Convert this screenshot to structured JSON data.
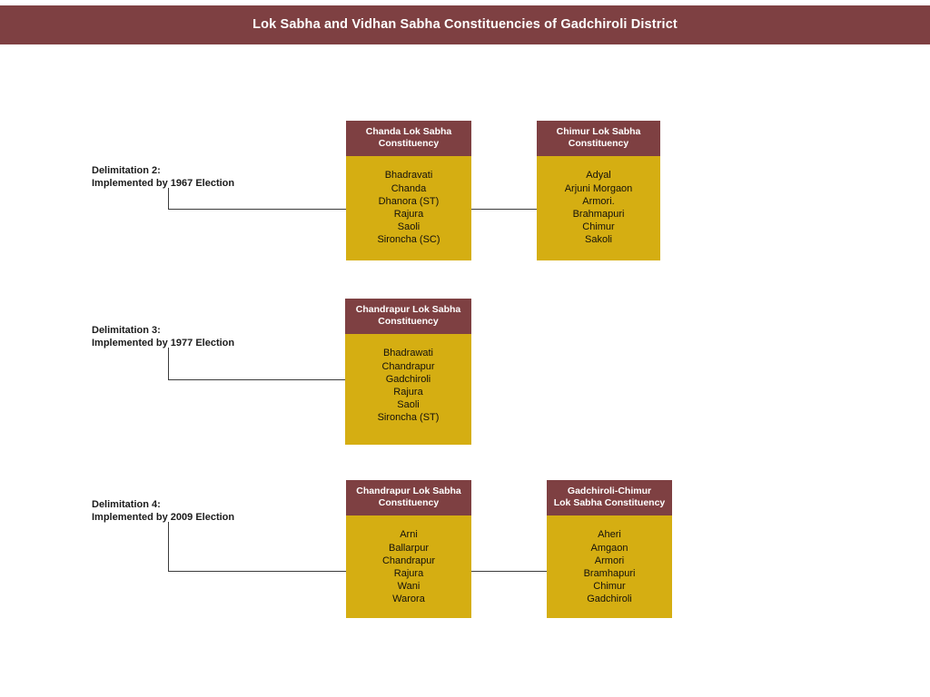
{
  "header": {
    "title": "Lok Sabha and Vidhan Sabha Constituencies of Gadchiroli District",
    "background_color": "#7e4042",
    "text_color": "#ffffff"
  },
  "theme": {
    "box_header_color": "#7e4042",
    "box_body_color": "#d5ae12",
    "connector_color": "#3b3b3b",
    "page_background": "#ffffff",
    "item_text_color": "#14110c"
  },
  "diagram": {
    "type": "hierarchy-tree",
    "rows": [
      {
        "label_line1": "Delimitation 2:",
        "label_line2": "Implemented by 1967 Election",
        "boxes": [
          {
            "title_line1": "Chanda Lok Sabha",
            "title_line2": "Constituency",
            "items": [
              "Bhadravati",
              "Chanda",
              "Dhanora (ST)",
              "Rajura",
              "Saoli",
              "Sironcha (SC)"
            ]
          },
          {
            "title_line1": "Chimur Lok Sabha",
            "title_line2": "Constituency",
            "items": [
              "Adyal",
              "Arjuni Morgaon",
              "Armori.",
              "Brahmapuri",
              "Chimur",
              "Sakoli"
            ]
          }
        ]
      },
      {
        "label_line1": "Delimitation 3:",
        "label_line2": "Implemented by 1977 Election",
        "boxes": [
          {
            "title_line1": "Chandrapur Lok Sabha",
            "title_line2": "Constituency",
            "items": [
              "Bhadrawati",
              "Chandrapur",
              "Gadchiroli",
              "Rajura",
              "Saoli",
              "Sironcha (ST)"
            ]
          }
        ]
      },
      {
        "label_line1": "Delimitation 4:",
        "label_line2": "Implemented by 2009 Election",
        "boxes": [
          {
            "title_line1": "Chandrapur Lok Sabha",
            "title_line2": "Constituency",
            "items": [
              "Arni",
              "Ballarpur",
              "Chandrapur",
              "Rajura",
              "Wani",
              "Warora"
            ]
          },
          {
            "title_line1": "Gadchiroli-Chimur",
            "title_line2": "Lok Sabha Constituency",
            "items": [
              "Aheri",
              "Amgaon",
              "Armori",
              "Bramhapuri",
              "Chimur",
              "Gadchiroli"
            ]
          }
        ]
      }
    ]
  }
}
